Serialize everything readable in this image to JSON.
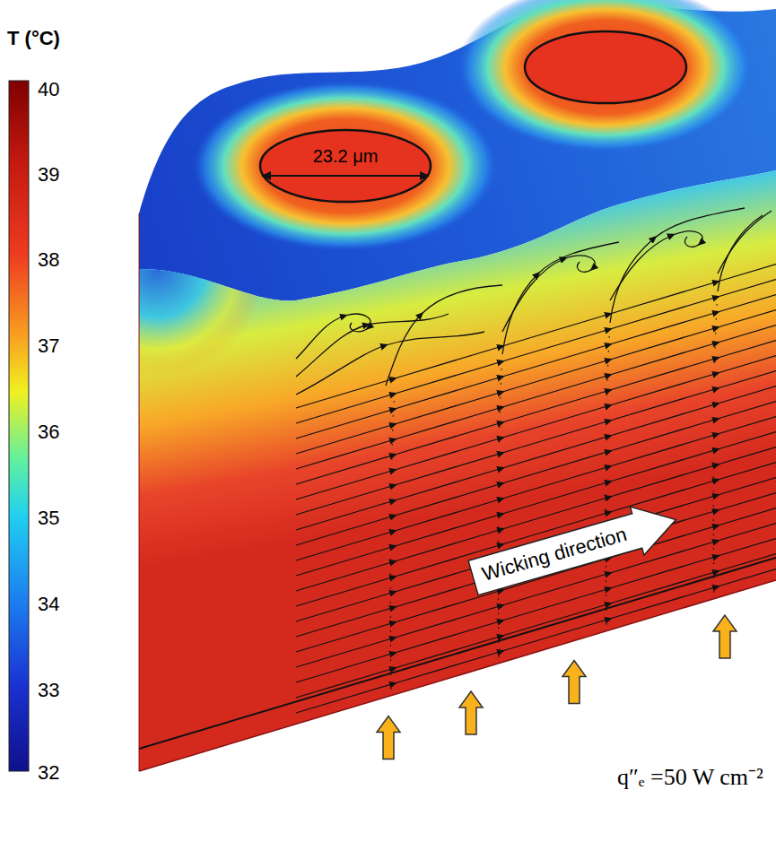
{
  "diagram": {
    "nodes": [
      {
        "text": [
          "Wicking direction"
        ]
      }
    ],
    "labels": [
      "T (°C)",
      "40",
      "39",
      "38",
      "37",
      "36",
      "35",
      "34",
      "33",
      "32",
      "23.2 μm",
      "q″ₑ =50 W cm⁻²"
    ]
  }
}
